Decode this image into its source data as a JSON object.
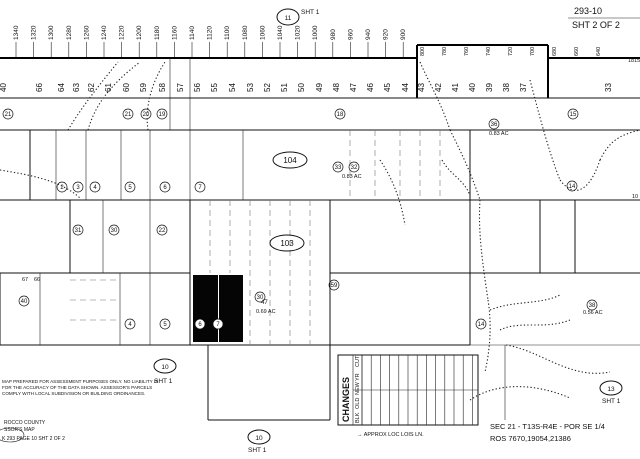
{
  "header": {
    "map_number": "293-10",
    "sheet": "SHT 2 OF 2",
    "top_ref": {
      "num": "11",
      "label": "SHT 1"
    }
  },
  "top_ticks": [
    "1340",
    "1320",
    "1300",
    "1280",
    "1260",
    "1240",
    "1220",
    "1200",
    "1180",
    "1160",
    "1140",
    "1120",
    "1100",
    "1080",
    "1060",
    "1040",
    "1020",
    "1000",
    "980",
    "960",
    "940",
    "920",
    "900"
  ],
  "top_right_ticks": [
    "800",
    "780",
    "760",
    "740",
    "720",
    "700",
    "680",
    "660",
    "640"
  ],
  "right_edge_labels": [
    "1815",
    "10"
  ],
  "lot_row_top": [
    "40",
    "66",
    "64",
    "63",
    "62",
    "61",
    "60",
    "59",
    "58",
    "57",
    "56",
    "55",
    "54",
    "53",
    "52",
    "51",
    "50",
    "49",
    "48",
    "47",
    "46",
    "45",
    "44",
    "43",
    "42",
    "41",
    "40",
    "39",
    "38",
    "37",
    "33"
  ],
  "tracts": [
    "104",
    "103"
  ],
  "parcels": [
    "21",
    "2",
    "3",
    "4",
    "5",
    "6",
    "7",
    "18",
    "32",
    "31",
    "30",
    "22",
    "21",
    "20",
    "19",
    "15",
    "14",
    "40",
    "4",
    "5",
    "6",
    "7",
    "59",
    "14",
    "38",
    "36",
    "33",
    "30"
  ],
  "acreage": {
    "p32": "0.83 AC",
    "p47": "0.69 AC",
    "p38": "0.56 AC",
    "p36": "0.83 AC"
  },
  "lot_pair": [
    "67",
    "66"
  ],
  "parcel_47": "47",
  "bottom_refs": [
    {
      "num": "10",
      "label": "SHT 1"
    },
    {
      "num": "10",
      "label": "SHT 1"
    },
    {
      "num": "13",
      "label": "SHT 1"
    }
  ],
  "disclaimer": [
    "MAP PREPARED FOR ASSESSMENT PURPOSES ONLY. NO LIABILITY IS",
    "FOR THE ACCURACY OF THE DATA SHOWN. ASSESSOR'S PARCELS",
    "COMPLY WITH LOCAL SUBDIVISION OR BUILDING ORDINANCES."
  ],
  "county": [
    "ROCCO COUNTY",
    "SSOR'S MAP",
    "K 293 PAGE 10 SHT 2 OF 2"
  ],
  "changes_table": {
    "title": "CHANGES",
    "headers": [
      "BLK",
      "OLD",
      "NEW",
      "YR",
      "CUT"
    ],
    "note": "→ APPROX LOC LOIS LN."
  },
  "section_info": "SEC 21 - T13S-R4E - POR SE 1/4",
  "ros_info": "ROS 7670,19054,21386",
  "colors": {
    "ink": "#111111",
    "paper": "#ffffff",
    "fill": "#050505"
  }
}
